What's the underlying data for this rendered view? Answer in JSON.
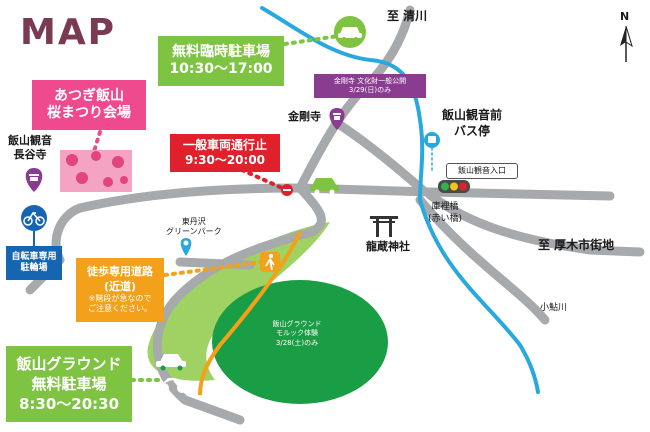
{
  "title": "MAP",
  "compass": {
    "label": "N"
  },
  "destinations": {
    "kiyokawa": "至 清川",
    "atsugi": "至 厚木市街地"
  },
  "parking_temp": {
    "line1": "無料臨時駐車場",
    "line2": "10:30〜17:00"
  },
  "festival": {
    "line1": "あつぎ飯山",
    "line2": "桜まつり会場"
  },
  "hasedera": {
    "line1": "飯山観音",
    "line2": "長谷寺"
  },
  "bicycle_parking": {
    "line1": "自転車専用",
    "line2": "駐輪場"
  },
  "no_traffic": {
    "line1": "一般車両通行止",
    "line2": "9:30〜20:00"
  },
  "kongoji": {
    "name": "金剛寺",
    "notice_line1": "金剛寺 文化財一般公開",
    "notice_line2": "3/29(日)のみ"
  },
  "bus_stop": {
    "line1": "飯山観音前",
    "line2": "バス停"
  },
  "signal_label": "飯山観音入口",
  "shrine": "龍蔵神社",
  "bridge": {
    "line1": "庫裡橋",
    "line2": "(赤い橋)"
  },
  "river": "小鮎川",
  "park": {
    "line1": "東丹沢",
    "line2": "グリーンパーク"
  },
  "footpath": {
    "line1": "徒歩専用道路",
    "line2": "(近道)",
    "note1": "※階段が急なので",
    "note2": "ご注意ください。"
  },
  "ground_event": {
    "line1": "飯山グラウンド",
    "line2": "モルック体験",
    "line3": "3/28(土)のみ"
  },
  "ground_parking": {
    "line1": "飯山グラウンド",
    "line2": "無料駐車場",
    "line3": "8:30〜20:30"
  },
  "colors": {
    "title": "#7a3b52",
    "road": "#a6aaad",
    "river": "#29a8e0",
    "parking_green": "#7fc343",
    "ground_green": "#1a9e45",
    "festival_pink": "#ef4a8e",
    "no_traffic_red": "#e0202a",
    "footpath_orange": "#f3a11a",
    "bike_blue": "#1565b0",
    "temple_purple": "#8a3c91"
  }
}
